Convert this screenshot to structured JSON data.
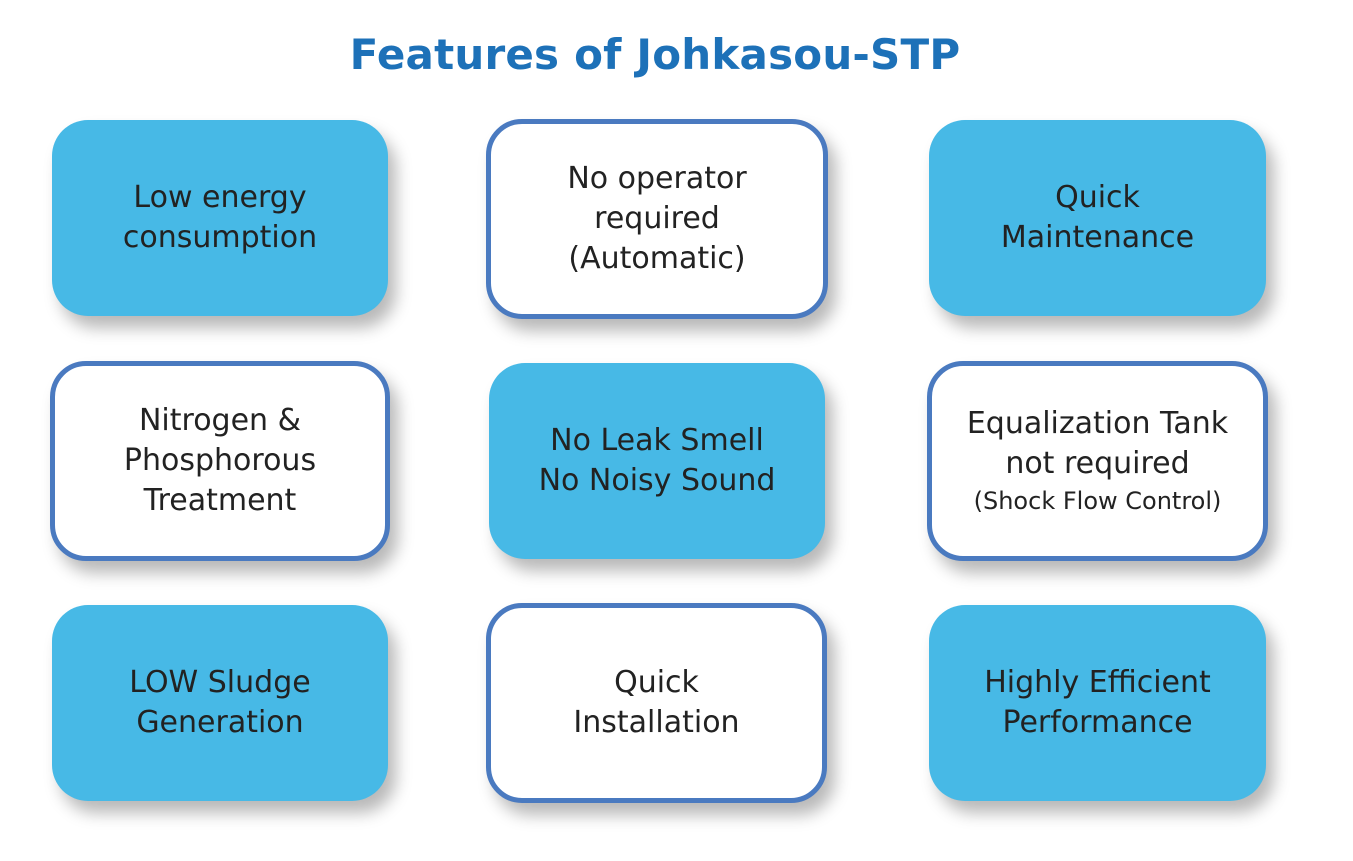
{
  "title": "Features of Johkasou-STP",
  "colors": {
    "title": "#1d71b8",
    "filled_card": "#47b9e6",
    "outline_border": "#4a7ac0",
    "card_text": "#222222"
  },
  "features": [
    {
      "style": "filled",
      "lines": [
        "Low energy",
        "consumption"
      ]
    },
    {
      "style": "outlined",
      "lines": [
        "No operator",
        "required",
        "(Automatic)"
      ]
    },
    {
      "style": "filled",
      "lines": [
        "Quick",
        "Maintenance"
      ]
    },
    {
      "style": "outlined",
      "lines": [
        "Nitrogen &",
        "Phosphorous",
        "Treatment"
      ]
    },
    {
      "style": "filled",
      "lines": [
        "No Leak Smell",
        "No Noisy Sound"
      ]
    },
    {
      "style": "outlined",
      "lines": [
        "Equalization Tank",
        "not required",
        "(Shock Flow Control)"
      ]
    },
    {
      "style": "filled",
      "lines": [
        "LOW Sludge",
        "Generation"
      ]
    },
    {
      "style": "outlined",
      "lines": [
        "Quick",
        "Installation"
      ]
    },
    {
      "style": "filled",
      "lines": [
        "Highly Efficient",
        "Performance"
      ]
    }
  ]
}
